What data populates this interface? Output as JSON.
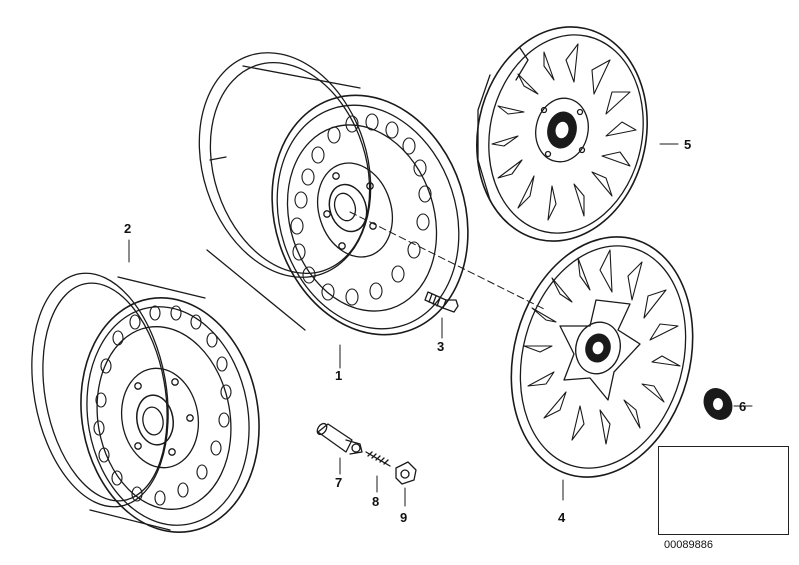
{
  "diagram": {
    "reference_number": "00089886",
    "callouts": {
      "c1": "1",
      "c2": "2",
      "c3": "3",
      "c4": "4",
      "c5": "5",
      "c6": "6",
      "c7": "7",
      "c8": "8",
      "c9": "9"
    }
  }
}
